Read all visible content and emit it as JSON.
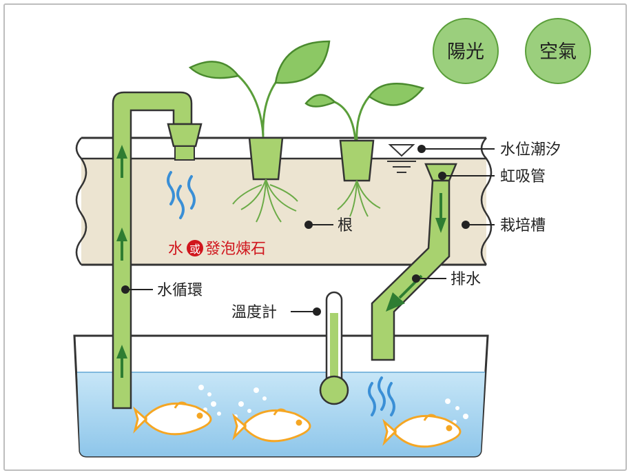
{
  "badges": {
    "sunlight": "陽光",
    "air": "空氣"
  },
  "labels": {
    "water_level": "水位潮汐",
    "siphon": "虹吸管",
    "grow_bed": "栽培槽",
    "roots": "根",
    "media_prefix": "水",
    "media_or": "或",
    "media_suffix": "發泡煉石",
    "circulation": "水循環",
    "drain": "排水",
    "thermometer": "溫度計"
  },
  "colors": {
    "pipe_green": "#a8d26f",
    "pipe_dark": "#2e7d32",
    "grow_bed": "#ece4d1",
    "water": "#a9d6f0",
    "leaf": "#8cc864",
    "badge": "#9bcf7d",
    "fish": "#f5a623",
    "accent_red": "#d0161d"
  }
}
